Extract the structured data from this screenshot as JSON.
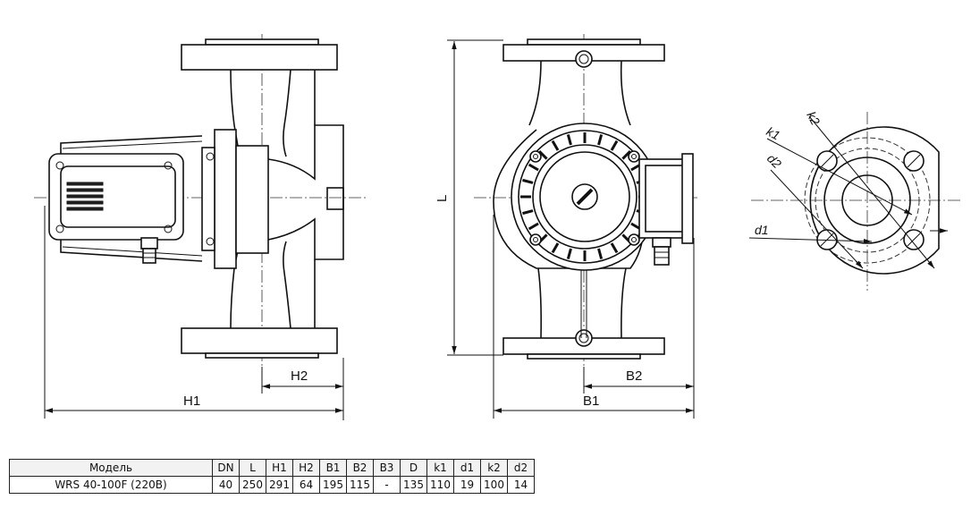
{
  "labels": {
    "front_view": {
      "h1": "H1",
      "h2": "H2"
    },
    "side_view": {
      "l": "L",
      "b1": "B1",
      "b2": "B2"
    },
    "flange_view": {
      "k1": "k1",
      "k2": "k2",
      "d1": "d1",
      "d2": "d2"
    }
  },
  "table": {
    "headers": [
      "Модель",
      "DN",
      "L",
      "H1",
      "H2",
      "B1",
      "B2",
      "B3",
      "D",
      "k1",
      "d1",
      "k2",
      "d2"
    ],
    "rows": [
      [
        "WRS 40-100F (220В)",
        "40",
        "250",
        "291",
        "64",
        "195",
        "115",
        "-",
        "135",
        "110",
        "19",
        "100",
        "14"
      ]
    ]
  }
}
